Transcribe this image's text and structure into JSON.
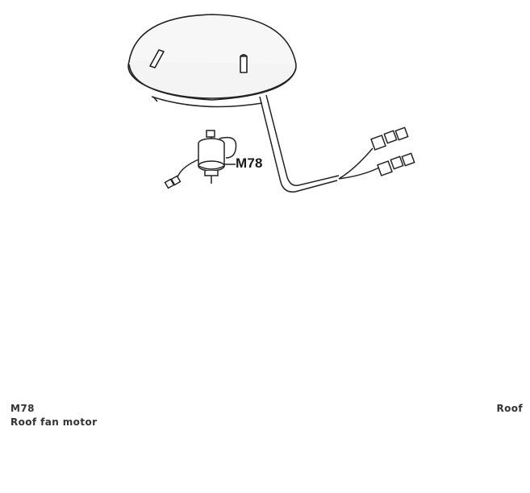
{
  "diagram": {
    "callout_label": "M78",
    "caption": {
      "code": "M78",
      "description": "Roof fan motor",
      "group": "Roof"
    },
    "parts": [
      {
        "id": "roof-cover",
        "icon": "dome-shaped-roof-vent-cover"
      },
      {
        "id": "motor",
        "icon": "fan-motor"
      },
      {
        "id": "circlip",
        "icon": "retaining-clip"
      },
      {
        "id": "fan",
        "icon": "fan-impeller"
      },
      {
        "id": "grille",
        "icon": "round-mesh-grille"
      },
      {
        "id": "bracket",
        "icon": "mounting-bracket"
      }
    ],
    "line_color": "#222222",
    "fill_color": "#f2f2f2"
  }
}
